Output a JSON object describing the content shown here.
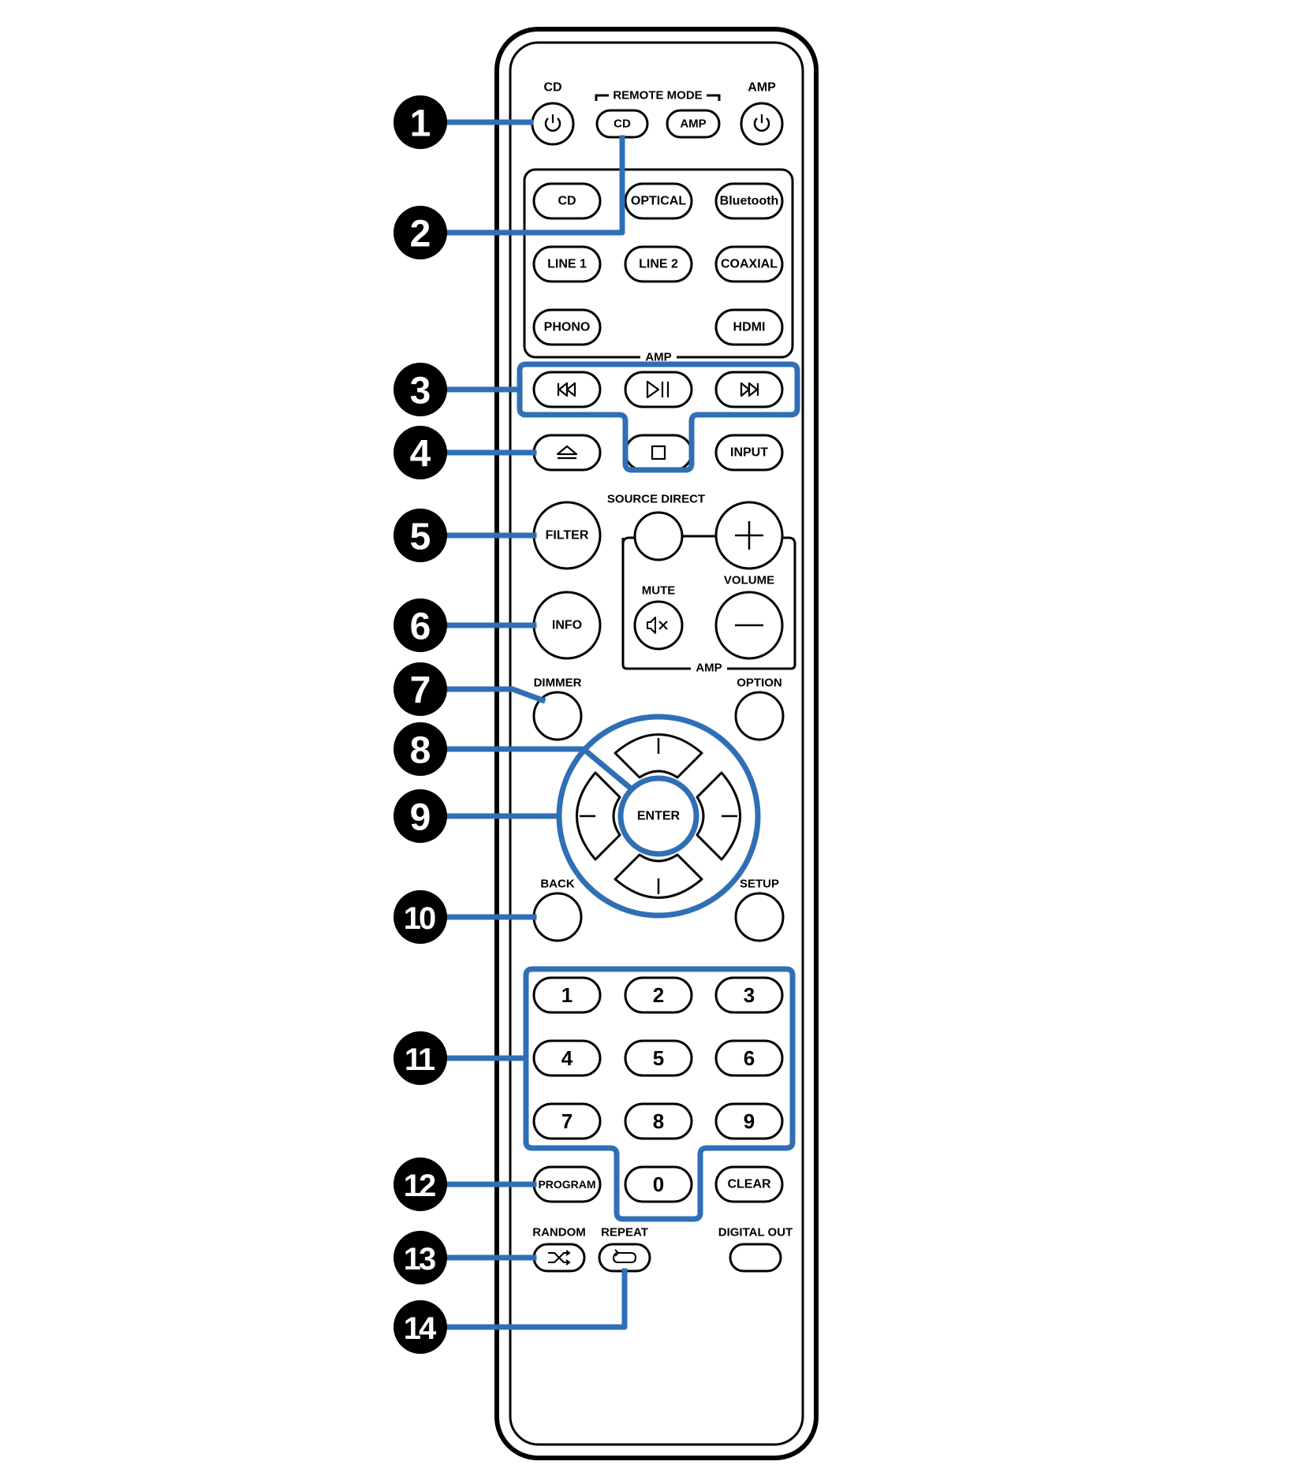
{
  "colors": {
    "accent": "#2f6fb5",
    "ink": "#000000",
    "background": "#ffffff"
  },
  "callouts": [
    "1",
    "2",
    "3",
    "4",
    "5",
    "6",
    "7",
    "8",
    "9",
    "10",
    "11",
    "12",
    "13",
    "14"
  ],
  "labels": {
    "cd_power": "CD",
    "amp_power": "AMP",
    "remote_mode": "REMOTE MODE",
    "amp_group_top": "AMP",
    "source_direct": "SOURCE DIRECT",
    "mute": "MUTE",
    "volume": "VOLUME",
    "amp_group_vol": "AMP",
    "dimmer": "DIMMER",
    "option": "OPTION",
    "back": "BACK",
    "setup": "SETUP",
    "random": "RANDOM",
    "repeat": "REPEAT",
    "digital_out": "DIGITAL OUT"
  },
  "buttons": {
    "remote_mode_cd": "CD",
    "remote_mode_amp": "AMP",
    "cd": "CD",
    "optical": "OPTICAL",
    "bluetooth": "Bluetooth",
    "line1": "LINE 1",
    "line2": "LINE 2",
    "coaxial": "COAXIAL",
    "phono": "PHONO",
    "hdmi": "HDMI",
    "input": "INPUT",
    "filter": "FILTER",
    "info": "INFO",
    "enter": "ENTER",
    "program": "PROGRAM",
    "clear": "CLEAR"
  },
  "numpad": [
    "1",
    "2",
    "3",
    "4",
    "5",
    "6",
    "7",
    "8",
    "9",
    "0"
  ],
  "icons": [
    "power-icon",
    "skip-back-icon",
    "play-pause-icon",
    "skip-forward-icon",
    "eject-icon",
    "stop-icon",
    "plus-icon",
    "minus-icon",
    "mute-icon",
    "shuffle-icon",
    "repeat-icon"
  ]
}
